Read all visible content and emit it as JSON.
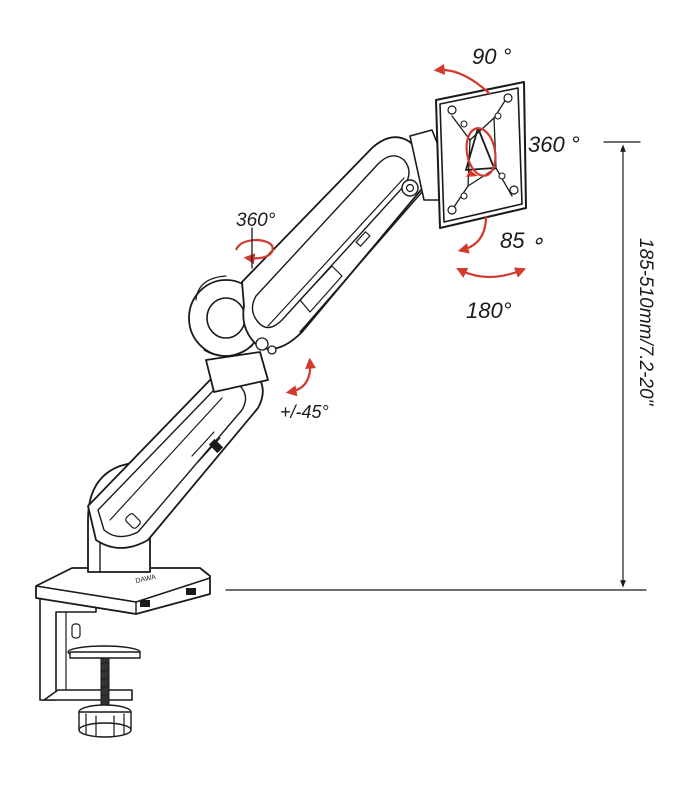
{
  "diagram": {
    "rotation_labels": {
      "monitor_tilt": "90 °",
      "monitor_rotation": "360 °",
      "monitor_tilt_down": "85 ∘",
      "monitor_swivel": "180°",
      "elbow_swivel": "360°",
      "base_tilt": "+/-45°"
    },
    "height_range_label": "185-510mm/7.2-20\"",
    "base_logo": "DAWA"
  },
  "colors": {
    "line": "#1a1a1a",
    "accent_arrows": "#d23a2e",
    "background": "#ffffff"
  },
  "icons": [
    "rotation-arrow-icon",
    "dimension-arrow-icon"
  ]
}
